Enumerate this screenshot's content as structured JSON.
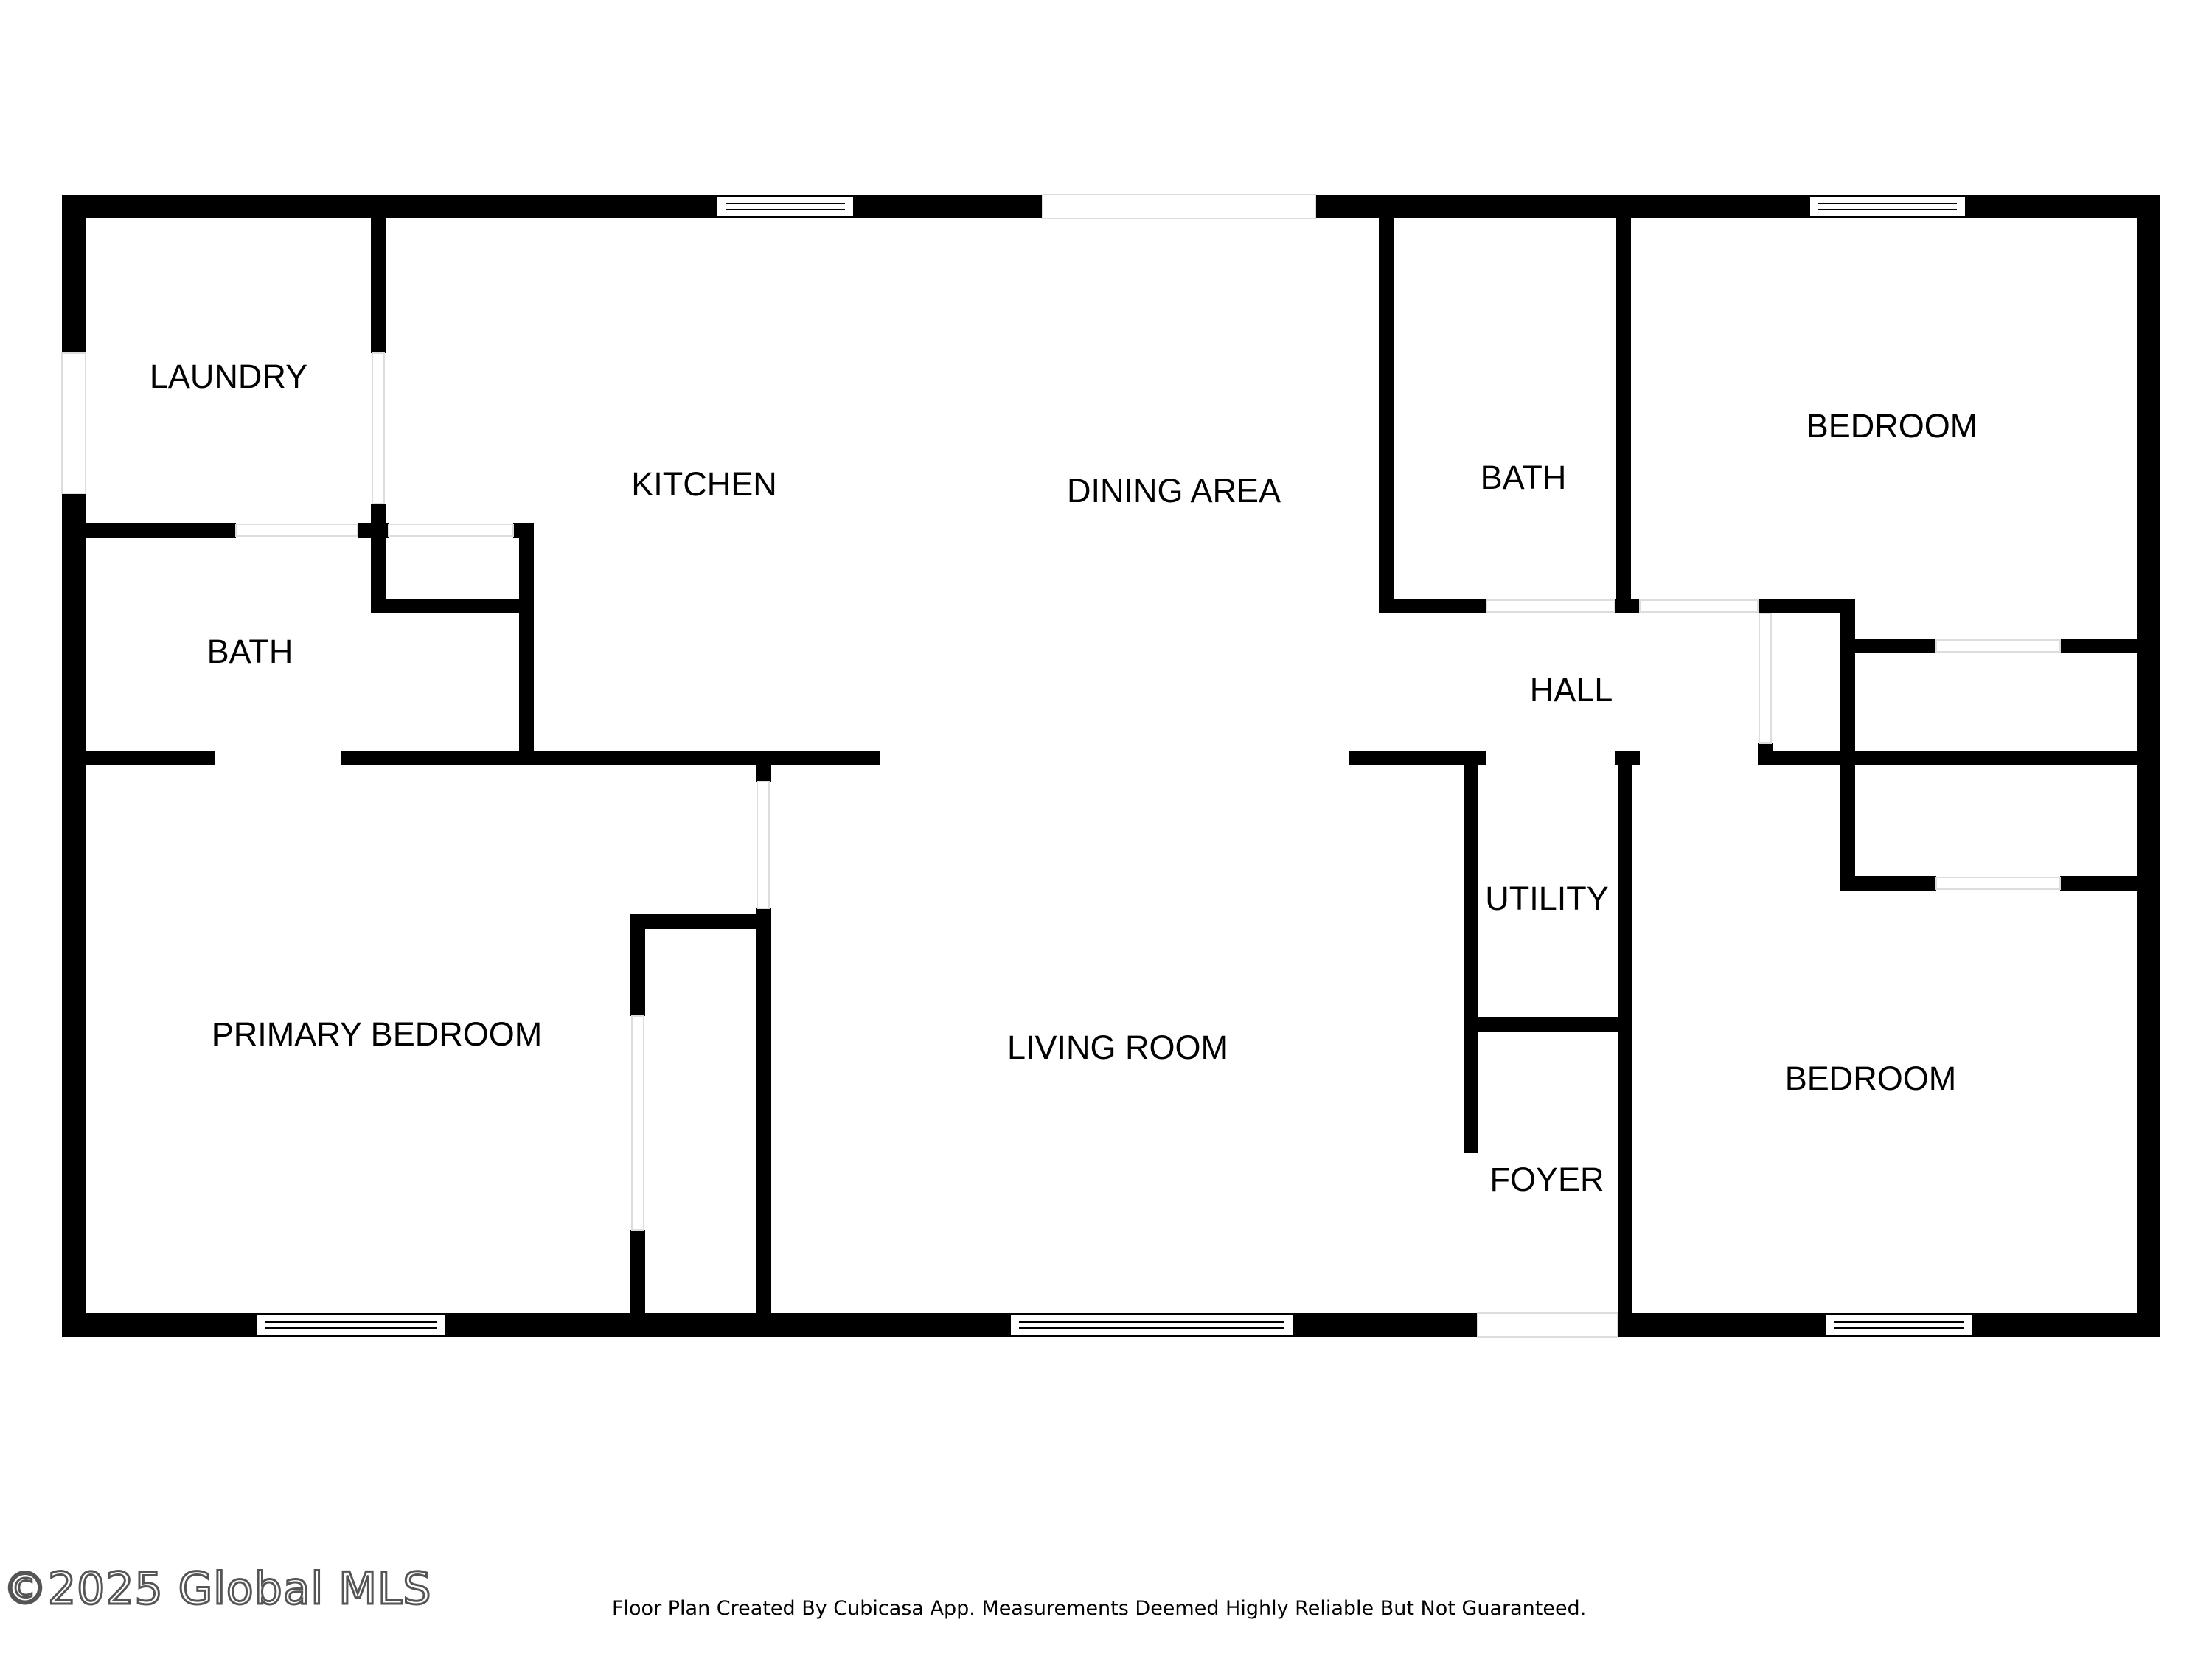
{
  "plan": {
    "rooms": {
      "laundry": "LAUNDRY",
      "kitchen": "KITCHEN",
      "dining_area": "DINING AREA",
      "bath_right": "BATH",
      "bedroom_top": "BEDROOM",
      "bath_left": "BATH",
      "hall": "HALL",
      "utility": "UTILITY",
      "primary_bedroom": "PRIMARY BEDROOM",
      "living_room": "LIVING ROOM",
      "bedroom_bottom": "BEDROOM",
      "foyer": "FOYER"
    }
  },
  "footer": {
    "credit": "Floor Plan Created By Cubicasa App. Measurements Deemed Highly Reliable But Not Guaranteed.",
    "watermark": "©2025 Global MLS"
  },
  "colors": {
    "wall": "#000000",
    "background": "#ffffff",
    "watermark_outline": "#555555"
  }
}
